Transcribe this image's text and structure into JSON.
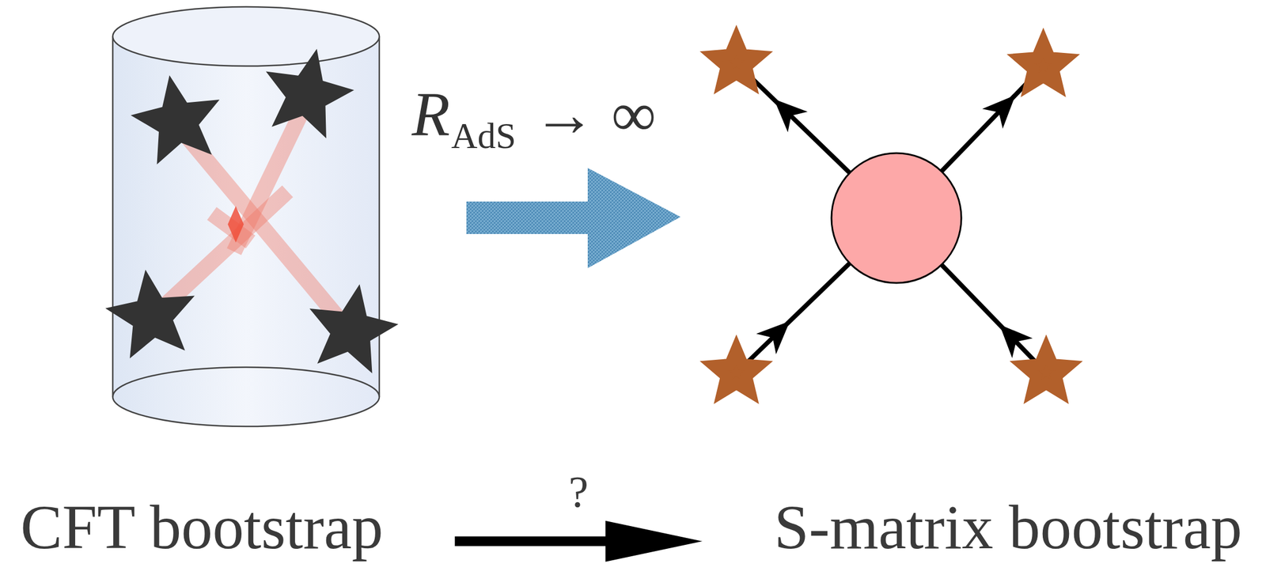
{
  "diagram": {
    "nodes": [
      {
        "text": [
          "CFT bootstrap"
        ]
      },
      {
        "text": [
          "S-matrix bootstrap"
        ]
      }
    ],
    "edges": [
      {
        "from": 0,
        "to": 1,
        "arrow": "to",
        "label": "?"
      }
    ],
    "labels": [
      "R",
      "AdS",
      "→ ∞"
    ]
  }
}
